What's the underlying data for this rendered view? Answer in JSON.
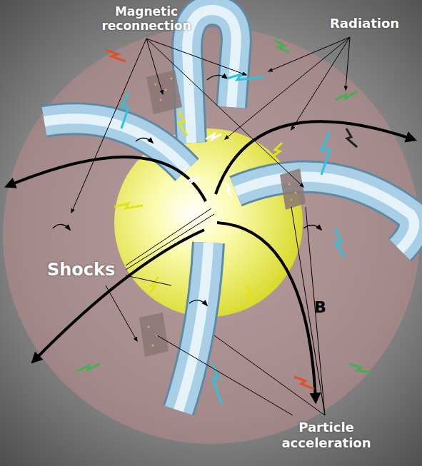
{
  "diagram": {
    "labels": [
      "Magnetic reconnection",
      "Radiation",
      "Shocks",
      "B",
      "Particle acceleration"
    ]
  }
}
